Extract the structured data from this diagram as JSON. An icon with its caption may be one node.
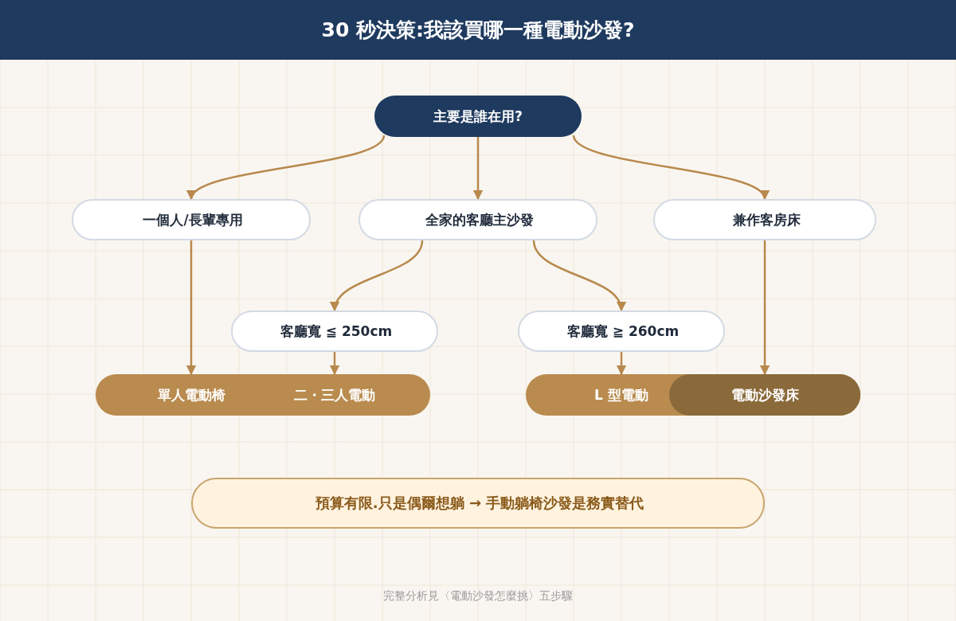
{
  "diagram": {
    "title": "30 秒決策:我該買哪一種電動沙發?",
    "nodes": [
      {
        "text": [
          "主要是誰在用?"
        ]
      },
      {
        "text": [
          "一個人/長輩專用"
        ]
      },
      {
        "text": [
          "全家的客廳主沙發"
        ]
      },
      {
        "text": [
          "兼作客房床"
        ]
      },
      {
        "text": [
          "客廳寬 ≦ 250cm"
        ]
      },
      {
        "text": [
          "客廳寬 ≧ 260cm"
        ]
      },
      {
        "text": [
          "單人電動椅"
        ]
      },
      {
        "text": [
          "二・三人電動"
        ]
      },
      {
        "text": [
          "L 型電動"
        ]
      },
      {
        "text": [
          "電動沙發床"
        ]
      },
      {
        "text": [
          "預算有限.只是偶爾想躺 → 手動躺椅沙發是務實替代"
        ]
      }
    ],
    "edges": [
      {
        "from": 0,
        "to": 1,
        "arrow": "to"
      },
      {
        "from": 0,
        "to": 2,
        "arrow": "to"
      },
      {
        "from": 0,
        "to": 3,
        "arrow": "to"
      },
      {
        "from": 1,
        "to": 6,
        "arrow": "to"
      },
      {
        "from": 2,
        "to": 4,
        "arrow": "to"
      },
      {
        "from": 2,
        "to": 5,
        "arrow": "to"
      },
      {
        "from": 4,
        "to": 7,
        "arrow": "to"
      },
      {
        "from": 5,
        "to": 8,
        "arrow": "to"
      },
      {
        "from": 3,
        "to": 9,
        "arrow": "to"
      }
    ],
    "labels": [
      "完整分析見〈電動沙發怎麼挑〉五步驟"
    ]
  }
}
